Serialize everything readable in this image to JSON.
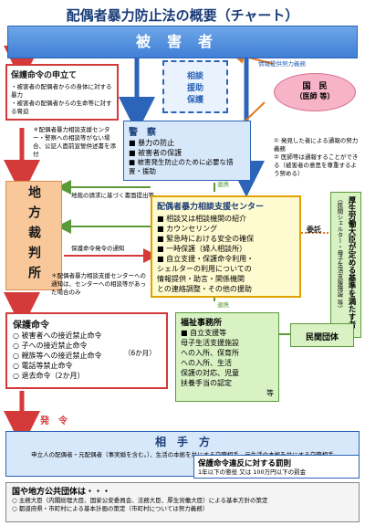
{
  "title": "配偶者暴力防止法の概要（チャート）",
  "victim": "被害者",
  "info_duty": "情報提供努力義務",
  "protection_request": {
    "heading": "保護命令の申立て",
    "items": [
      "・被害者の配偶者からの身体に対する暴力",
      "・被害者の配偶者からの生命等に対する脅迫"
    ]
  },
  "consult_box": [
    "相談",
    "援助",
    "保護"
  ],
  "citizens": {
    "line1": "国　民",
    "line2": "（医師 等）"
  },
  "doctor_notes": [
    "① 発見した者による通報の努力義務",
    "② 医師等は通報することができる（被害者の意思を尊重するよう努める）"
  ],
  "consult_note": "＊配偶者暴力相談支援センター・警察への相談等がない場合、公証人面前宣誓供述書を添付",
  "police": {
    "heading": "警　察",
    "items": [
      "■ 暴力の防止",
      "■ 被害者の保護",
      "■ 被害発生防止のために必要な措置・援助"
    ]
  },
  "court": "地方裁判所",
  "doc_request": "書面提出等",
  "doc_request_note": "地裁の請求に基づく書面提出等",
  "protection_order_notice": "保護命令発令の通知",
  "coop1": "連携",
  "coop2": "連携",
  "center": {
    "heading": "配偶者暴力相談支援センター",
    "items": [
      "■ 相談又は相談機関の紹介",
      "■ カウンセリング",
      "■ 緊急時における安全の確保",
      "■ 一時保護（婦人相談所）",
      "■ 自立支援・保護命令利用・",
      "シェルターの利用についての",
      "情報提供・助言・関係機関",
      "との連絡調整・その他の援助"
    ]
  },
  "delegation": "委託",
  "minister": "厚生労働大臣が定める基準を満たす者",
  "minister_sub": "（民間シェルター・母子生活支援施設 等）",
  "center_note": "＊配偶者暴力相談支援センターへの通知は、センターへの相談等があった場合のみ",
  "order": {
    "heading": "保護命令",
    "items": [
      "○ 被害者への接近禁止命令",
      "○ 子への接近禁止命令",
      "○ 親族等への接近禁止命令",
      "○ 電話等禁止命令",
      "○ 退去命令（2か月）"
    ],
    "period": "（6か月）"
  },
  "welfare": {
    "heading": "福祉事務所",
    "items": [
      "■ 自立支援等",
      "母子生活支援施設",
      "への入所、保育所",
      "への入所、生活",
      "保護の対応、児童",
      "扶養手当の認定",
      "等"
    ]
  },
  "private": "民間団体",
  "issue": "発　令",
  "other": {
    "heading": "相　手　方",
    "body": "申立人の配偶者・元配偶者（事実婚を含む。）、生活の本拠を共にする交際相手、元生活の本拠を共にする交際相手"
  },
  "penalty": {
    "heading": "保護命令違反に対する罰則",
    "text": "1年以下の懲役 又は 100万円以下の罰金"
  },
  "gov": {
    "heading": "国や地方公共団体は・・・",
    "items": [
      "○ 主務大臣（内閣総理大臣、国家公安委員会、法務大臣、厚生労働大臣）による基本方針の策定",
      "○ 都道府県・市町村による基本計画の策定（市町村については努力義務）"
    ]
  },
  "colors": {
    "red": "#d43a3a",
    "blue": "#2b64b8",
    "green": "#5a9a3a",
    "orange": "#e07a20"
  }
}
